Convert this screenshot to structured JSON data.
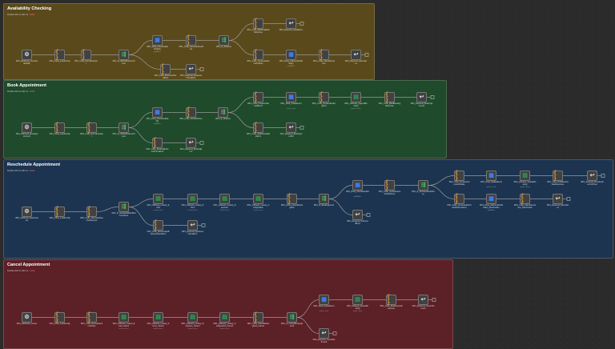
{
  "groups": [
    {
      "id": "availability",
      "title": "Availability Checking",
      "subtitle": "Double-click to edit me.",
      "subtitle_guide": "Guide",
      "color": "#5a4a1b",
      "nodes": [
        {
          "id": "a1",
          "icon": "webhook",
          "label": "WF1_Webhook_Checkav ailability"
        },
        {
          "id": "a2",
          "icon": "code",
          "label": "WF1_Code_LoadConfig"
        },
        {
          "id": "a3",
          "icon": "code",
          "label": "WF1_Code_NormalizeInpu t"
        },
        {
          "id": "a4",
          "icon": "if",
          "label": "WF1_IF_WithinBusinessH ours"
        },
        {
          "id": "a5",
          "icon": "db",
          "label": "WF1_DCal_CheckAvaila bleSlots",
          "sub": "getAllSlots"
        },
        {
          "id": "a6",
          "icon": "code",
          "label": "WF1_Code_GenerateFreeSl ots"
        },
        {
          "id": "a7",
          "icon": "if",
          "label": "WF1_IF_SlotFree"
        },
        {
          "id": "a8",
          "icon": "code",
          "label": "WF1_Code_BuildAvailable Response"
        },
        {
          "id": "a9",
          "icon": "resp",
          "label": "WF1_Respond_Availabili ty"
        },
        {
          "id": "a10",
          "icon": "code",
          "label": "WF1_Code_GenerateAlter nativeSlots"
        },
        {
          "id": "a11",
          "icon": "db",
          "label": "WF1_DCal_ListFreeSlotsAl tDays",
          "sub": "getAllSlots"
        },
        {
          "id": "a12",
          "icon": "code",
          "label": "WF1_Code_FilterAlternat ives"
        },
        {
          "id": "a13",
          "icon": "resp",
          "label": "WF1_Respond_Alternativ es"
        },
        {
          "id": "a14",
          "icon": "code",
          "label": "WF1_Code_BusinessHou rsError"
        },
        {
          "id": "a15",
          "icon": "resp",
          "label": "WF1_Respond_Business HoursError"
        }
      ]
    },
    {
      "id": "book",
      "title": "Book Appointment",
      "subtitle": "Double-click to edit me.",
      "subtitle_guide": "Guide",
      "color": "#1f4a2b",
      "nodes": [
        {
          "id": "b1",
          "icon": "webhook",
          "label": "WF1_Webhook_BookApp ointment"
        },
        {
          "id": "b2",
          "icon": "code",
          "label": "WF1_Code_LoadConfig"
        },
        {
          "id": "b3",
          "icon": "code",
          "label": "WF1_Code_NormalizeInpu t"
        },
        {
          "id": "b4",
          "icon": "if",
          "label": "WF1_IF_WithinBusinessH ours"
        },
        {
          "id": "b5",
          "icon": "db",
          "label": "WF1_DCal_CheckAvailab ility",
          "sub": "getAllSlots"
        },
        {
          "id": "b6",
          "icon": "code",
          "label": "WF1_Code_VerifySlotFree"
        },
        {
          "id": "b7",
          "icon": "if",
          "label": "WF1_IF_SlotFree"
        },
        {
          "id": "b8",
          "icon": "code",
          "label": "WF1_Code_PrepareCale ndarEvent"
        },
        {
          "id": "b9",
          "icon": "db",
          "label": "WF1_DCal_CreateEvent",
          "sub": "create: event"
        },
        {
          "id": "b10",
          "icon": "code",
          "label": "WF1_Code_PrepareBookin gRow"
        },
        {
          "id": "b11",
          "icon": "sheet",
          "label": "WF1_GSheets_AppendBo oking",
          "sub": "append: sheet"
        },
        {
          "id": "b12",
          "icon": "code",
          "label": "WF1_Code_BuildBooking Response"
        },
        {
          "id": "b13",
          "icon": "resp",
          "label": "WF1_Respond_BookingS uccess"
        },
        {
          "id": "b14",
          "icon": "code",
          "label": "WF1_Code_SlotNotAvailab leError"
        },
        {
          "id": "b15",
          "icon": "resp",
          "label": "WF1_Respond_BookingC onflict"
        },
        {
          "id": "b16",
          "icon": "code",
          "label": "WF1_Code_BookingBusin essHoursError"
        },
        {
          "id": "b17",
          "icon": "resp",
          "label": "WF1_Respond_BookingE rror"
        }
      ]
    },
    {
      "id": "reschedule",
      "title": "Reschedule Appointment",
      "subtitle": "Double-click to edit me.",
      "subtitle_guide": "Guide",
      "color": "#1c3450",
      "nodes": [
        {
          "id": "r1",
          "icon": "webhook",
          "label": "WF1_Webhook_Reschedu ule"
        },
        {
          "id": "r2",
          "icon": "code",
          "label": "WF1_Code_LoadConfig"
        },
        {
          "id": "r3",
          "icon": "code",
          "label": "WF1_Code_NormalizeRes cheduleInput"
        },
        {
          "id": "r4",
          "icon": "if",
          "label": "WF1_IF_NewSlotWithinBusi nessHours"
        },
        {
          "id": "r5",
          "icon": "sheet",
          "label": "WF1_GSheets_Lookup_E mail",
          "sub": "lookup: sheet"
        },
        {
          "id": "r6",
          "icon": "sheet",
          "label": "WF1_GSheets_Lookup_P hone",
          "sub": "lookup: sheet"
        },
        {
          "id": "r7",
          "icon": "sheet",
          "label": "WF1_GSheets_Lookup_R esponse",
          "sub": "lookup: sheet"
        },
        {
          "id": "r8",
          "icon": "sheet",
          "label": "WF1_GSheets_Lookup_C onfiguration",
          "sub": "lookup: sheet"
        },
        {
          "id": "r9",
          "icon": "code",
          "label": "WF1_Code_SelectBookin gRow"
        },
        {
          "id": "r10",
          "icon": "if",
          "label": "WF1_IF_BookingFound"
        },
        {
          "id": "r11",
          "icon": "db",
          "label": "WF1_DCal_CheckNewSlot",
          "sub": "getAllSlots"
        },
        {
          "id": "r12",
          "icon": "code",
          "label": "WF1_Code_VerifyResche duleSlotFree"
        },
        {
          "id": "r13",
          "icon": "if",
          "label": "WF1_IF_RescheduleSlotFr ee"
        },
        {
          "id": "r14",
          "icon": "code",
          "label": "WF1_Code_PrepareCal endarUpdate"
        },
        {
          "id": "r15",
          "icon": "db",
          "label": "WF1_DCal_UpdateEvent",
          "sub": "update: event"
        },
        {
          "id": "r16",
          "icon": "sheet",
          "label": "WF1_GSheets_UpdateBo oking",
          "sub": "update: sheet"
        },
        {
          "id": "r17",
          "icon": "code",
          "label": "WF1_Code_BuildResche duleResponse"
        },
        {
          "id": "r18",
          "icon": "resp",
          "label": "WF1_Respond_Reschedul eConfirmed"
        },
        {
          "id": "r19",
          "icon": "code",
          "label": "WF1_Code_GenerateResch eduleAlternatives"
        },
        {
          "id": "r20",
          "icon": "db",
          "label": "WF1_DCal_ListFreeSlotsAl tDays_Reschedule",
          "sub": "getAllSlots"
        },
        {
          "id": "r21",
          "icon": "code",
          "label": "WF1_Code_FilterAlternat ives_Reschedule"
        },
        {
          "id": "r22",
          "icon": "resp",
          "label": "WF1_Respond_Alternativ es"
        },
        {
          "id": "r23",
          "icon": "resp",
          "label": "WF1_Respond_NotFoun dError"
        },
        {
          "id": "r24",
          "icon": "code",
          "label": "WF1_Code_RescheduleB usinessHoursError"
        },
        {
          "id": "r25",
          "icon": "resp",
          "label": "WF1_Respond_Business HoursError"
        }
      ]
    },
    {
      "id": "cancel",
      "title": "Cancel Appointment",
      "subtitle": "Double-click to edit me.",
      "subtitle_guide": "Guide",
      "color": "#5c2027",
      "nodes": [
        {
          "id": "c1",
          "icon": "webhook",
          "label": "WF1_Webhook_Cancel"
        },
        {
          "id": "c2",
          "icon": "code",
          "label": "WF1_Code_LoadConfig"
        },
        {
          "id": "c3",
          "icon": "code",
          "label": "WF1_Code_NormalizeCa ncelInput"
        },
        {
          "id": "c4",
          "icon": "sheet",
          "label": "WF1_GSheets_Lookup_E mail_Cancel",
          "sub": "lookup: sheet"
        },
        {
          "id": "c5",
          "icon": "sheet",
          "label": "WF1_GSheets_Lookup_P hone_Cancel",
          "sub": "lookup: sheet"
        },
        {
          "id": "c6",
          "icon": "sheet",
          "label": "WF1_GSheets_Lookup_R esponse_Cancel",
          "sub": "lookup: sheet"
        },
        {
          "id": "c7",
          "icon": "sheet",
          "label": "WF1_GSheets_Lookup_C onfiguration_Cancel",
          "sub": "lookup: sheet"
        },
        {
          "id": "c8",
          "icon": "code",
          "label": "WF1_Code_SelectBookin gRow_Cancel"
        },
        {
          "id": "c9",
          "icon": "if",
          "label": "WF1_IF_CancelBookingF ound"
        },
        {
          "id": "c10",
          "icon": "db",
          "label": "WF1_DCal_DeleteEvent",
          "sub": "delete: event"
        },
        {
          "id": "c11",
          "icon": "sheet",
          "label": "WF1_GSheets_DeleteBo oking",
          "sub": "delete: sheet"
        },
        {
          "id": "c12",
          "icon": "code",
          "label": "WF1_Code_BuildCancelR esponse"
        },
        {
          "id": "c13",
          "icon": "resp",
          "label": "WF1_Respond_CancelSu ccess"
        },
        {
          "id": "c14",
          "icon": "resp",
          "label": "WF1_Respond_CancelNo tFound"
        }
      ]
    }
  ]
}
